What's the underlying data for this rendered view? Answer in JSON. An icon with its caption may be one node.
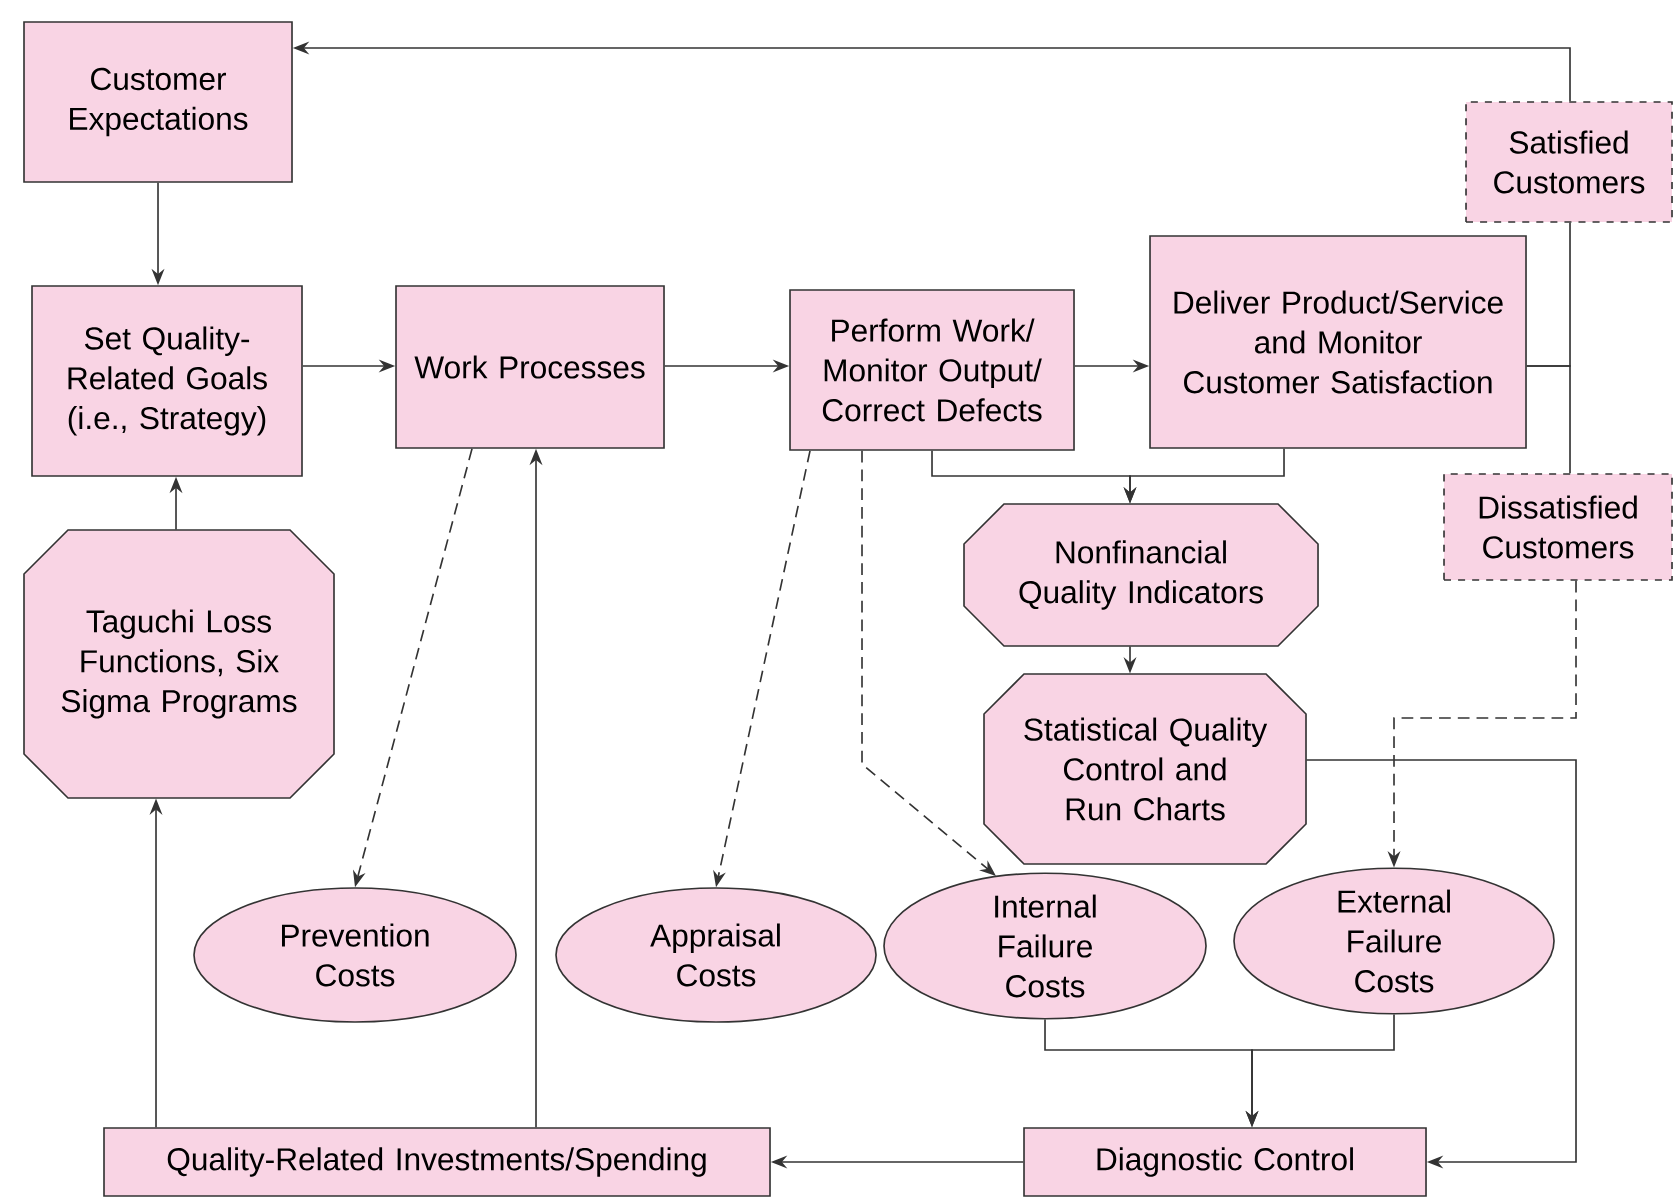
{
  "diagram": {
    "nodes": [
      {
        "text": [
          "Customer Expectations"
        ]
      },
      {
        "text": [
          "Set Quality-Related Goals (i.e., Strategy)"
        ]
      },
      {
        "text": [
          "Work Processes"
        ]
      },
      {
        "text": [
          "Perform Work/ Monitor Output/ Correct Defects"
        ]
      },
      {
        "text": [
          "Deliver Product/Service and Monitor Customer Satisfaction"
        ]
      },
      {
        "text": [
          "Satisfied Customers"
        ]
      },
      {
        "text": [
          "Dissatisfied Customers"
        ]
      },
      {
        "text": [
          "Taguchi Loss Functions, Six Sigma Programs"
        ]
      },
      {
        "text": [
          "Nonfinancial Quality Indicators"
        ]
      },
      {
        "text": [
          "Statistical Quality Control and Run Charts"
        ]
      },
      {
        "text": [
          "Prevention Costs"
        ]
      },
      {
        "text": [
          "Appraisal Costs"
        ]
      },
      {
        "text": [
          "Internal Failure Costs"
        ]
      },
      {
        "text": [
          "External Failure Costs"
        ]
      },
      {
        "text": [
          "Quality-Related Investments/Spending"
        ]
      },
      {
        "text": [
          "Diagnostic Control"
        ]
      }
    ],
    "edges": [
      {
        "from": 0,
        "to": 1,
        "arrow": "to"
      },
      {
        "from": 1,
        "to": 2,
        "arrow": "to"
      },
      {
        "from": 2,
        "to": 3,
        "arrow": "to"
      },
      {
        "from": 3,
        "to": 4,
        "arrow": "to"
      },
      {
        "from": 4,
        "to": 5,
        "arrow": "none"
      },
      {
        "from": 5,
        "to": 0,
        "arrow": "to"
      },
      {
        "from": 4,
        "to": 6,
        "arrow": "none"
      },
      {
        "from": 6,
        "to": 13,
        "arrow": "to",
        "style": "dashed"
      },
      {
        "from": 3,
        "to": 8,
        "arrow": "to"
      },
      {
        "from": 4,
        "to": 8,
        "arrow": "to"
      },
      {
        "from": 8,
        "to": 9,
        "arrow": "to"
      },
      {
        "from": 9,
        "to": 15,
        "arrow": "to"
      },
      {
        "from": 2,
        "to": 10,
        "arrow": "to",
        "style": "dashed"
      },
      {
        "from": 3,
        "to": 11,
        "arrow": "to",
        "style": "dashed"
      },
      {
        "from": 3,
        "to": 12,
        "arrow": "to",
        "style": "dashed"
      },
      {
        "from": 12,
        "to": 15,
        "arrow": "to"
      },
      {
        "from": 13,
        "to": 15,
        "arrow": "to"
      },
      {
        "from": 15,
        "to": 14,
        "arrow": "to"
      },
      {
        "from": 14,
        "to": 7,
        "arrow": "to"
      },
      {
        "from": 14,
        "to": 2,
        "arrow": "to"
      },
      {
        "from": 7,
        "to": 1,
        "arrow": "to"
      }
    ]
  }
}
